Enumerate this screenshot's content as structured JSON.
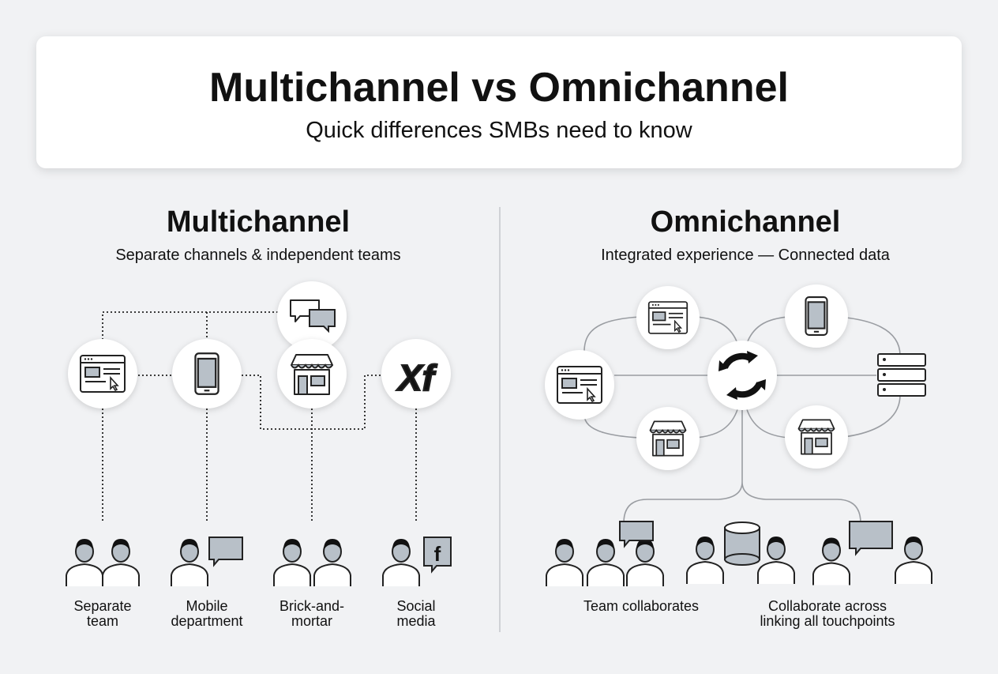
{
  "header": {
    "title": "Multichannel vs Omnichannel",
    "subtitle": "Quick differences SMBs need to know"
  },
  "multichannel": {
    "heading": "Multichannel",
    "subheading": "Separate channels & independent teams",
    "channels": [
      "website-icon",
      "mobile-icon",
      "store-icon",
      "chat-icon",
      "social-icon"
    ],
    "teams": [
      {
        "line1": "Separate",
        "line2": "team"
      },
      {
        "line1": "Mobile",
        "line2": "department"
      },
      {
        "line1": "Brick-and-",
        "line2": "mortar"
      },
      {
        "line1": "Social",
        "line2": "media"
      }
    ]
  },
  "omnichannel": {
    "heading": "Omnichannel",
    "subheading": "Integrated experience — Connected data",
    "teams": [
      {
        "line1": "Team collaborates"
      },
      {
        "line1": "Collaborate across",
        "line2": "linking all touchpoints"
      }
    ]
  },
  "colors": {
    "background": "#f1f2f4",
    "accent_gray": "#b8c0c8",
    "ink": "#111111"
  }
}
